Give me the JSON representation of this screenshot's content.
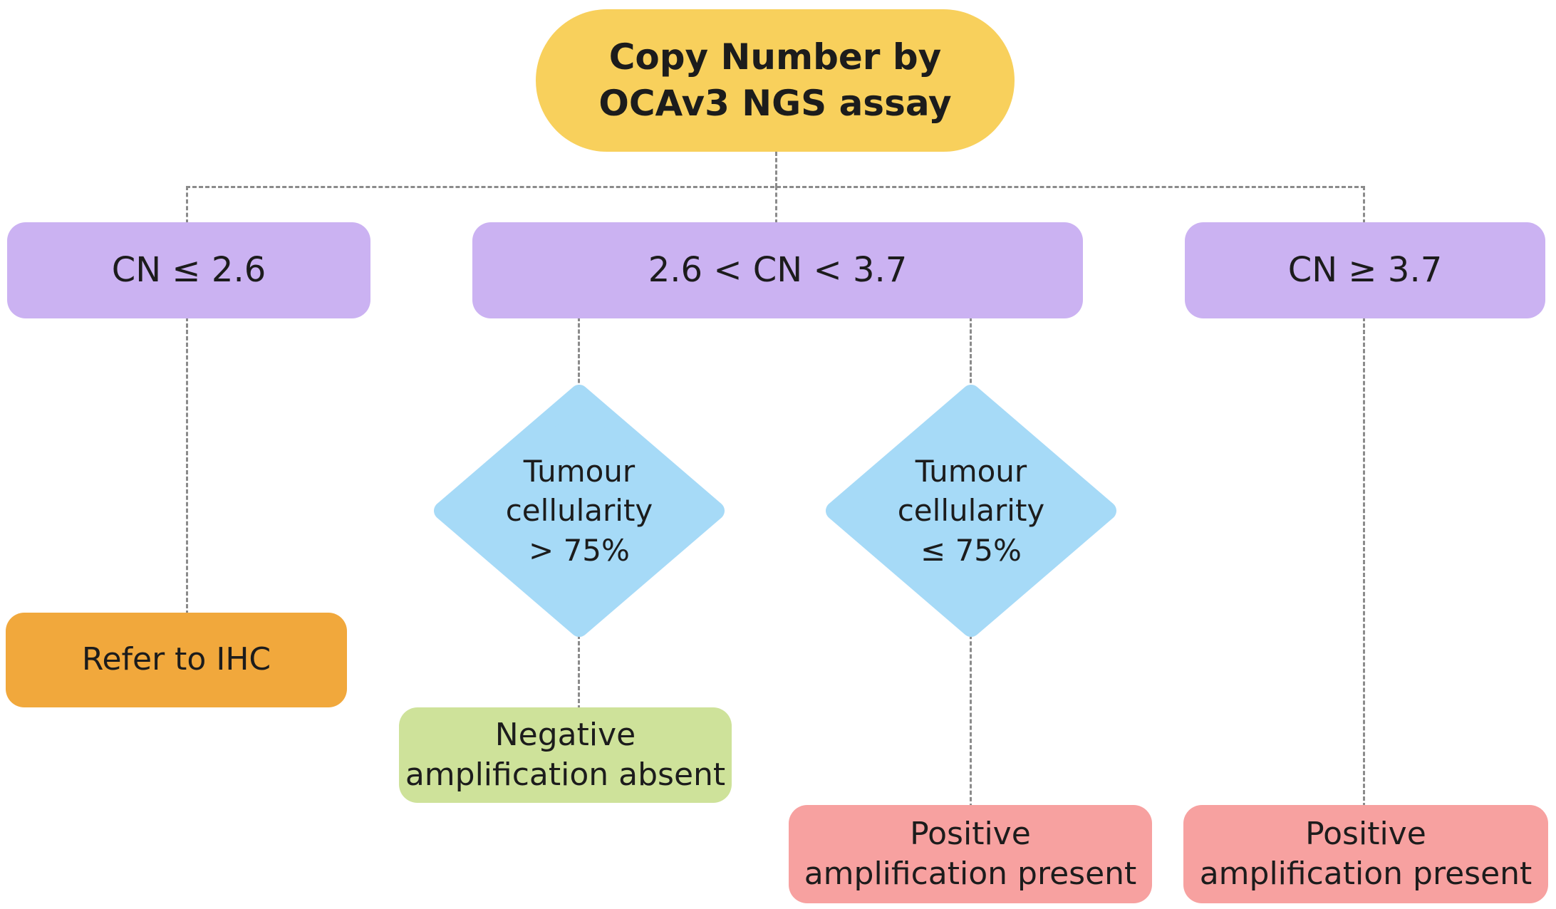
{
  "flowchart": {
    "start": {
      "label": "Copy Number by\nOCAv3 NGS assay"
    },
    "branches": [
      {
        "label": "CN ≤ 2.6"
      },
      {
        "label": "2.6 < CN < 3.7"
      },
      {
        "label": "CN ≥ 3.7"
      }
    ],
    "decisions": [
      {
        "label": "Tumour\ncellularity\n> 75%"
      },
      {
        "label": "Tumour\ncellularity\n≤ 75%"
      }
    ],
    "outcomes": [
      {
        "label": "Refer to IHC"
      },
      {
        "label": "Negative\namplification absent"
      },
      {
        "label": "Positive\namplification present"
      },
      {
        "label": "Positive\namplification present"
      }
    ],
    "colors": {
      "start_fill": "#F8D05C",
      "branch_fill": "#CBB2F2",
      "decision_fill": "#A6DAF7",
      "refer_fill": "#F1A83C",
      "negative_fill": "#CEE29A",
      "positive_fill": "#F7A1A0",
      "connector": "#8B8B8B",
      "text": "#1C1C1C"
    }
  }
}
